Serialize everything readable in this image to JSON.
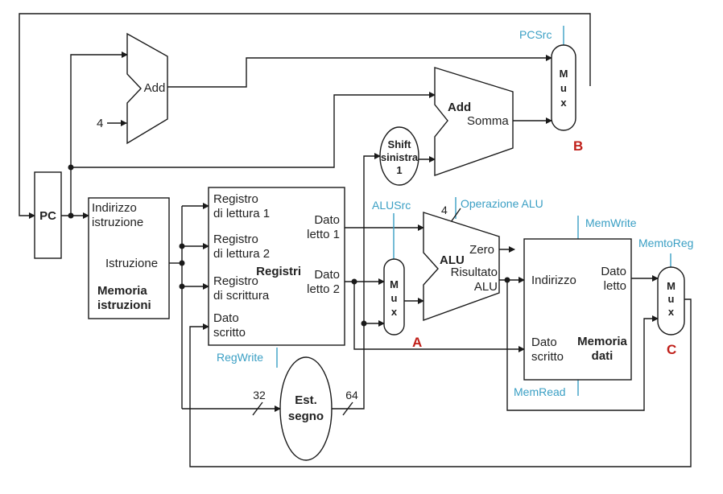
{
  "units": {
    "pc": "PC",
    "add_top": "Add",
    "const_four": "4",
    "add_branch_title": "Add",
    "add_branch_out": "Somma",
    "shift_line1": "Shift",
    "shift_line2": "sinistra",
    "shift_line3": "1",
    "mux_letters": [
      "M",
      "u",
      "x"
    ],
    "alu": "ALU",
    "alu_zero": "Zero",
    "alu_result_1": "Risultato",
    "alu_result_2": "ALU",
    "sign_ext_1": "Est.",
    "sign_ext_2": "segno",
    "width_in": "32",
    "width_out": "64",
    "alu_op_width": "4"
  },
  "instruction_memory": {
    "addr_1": "Indirizzo",
    "addr_2": "istruzione",
    "instr": "Istruzione",
    "title_1": "Memoria",
    "title_2": "istruzioni"
  },
  "registers": {
    "read1_1": "Registro",
    "read1_2": "di lettura 1",
    "read2_1": "Registro",
    "read2_2": "di lettura 2",
    "write_1": "Registro",
    "write_2": "di scrittura",
    "wdata_1": "Dato",
    "wdata_2": "scritto",
    "out1_1": "Dato",
    "out1_2": "letto 1",
    "out2_1": "Dato",
    "out2_2": "letto 2",
    "title": "Registri"
  },
  "data_memory": {
    "addr": "Indirizzo",
    "rdata_1": "Dato",
    "rdata_2": "letto",
    "wdata_1": "Dato",
    "wdata_2": "scritto",
    "title_1": "Memoria",
    "title_2": "dati"
  },
  "control_signals": {
    "pcsrc": "PCSrc",
    "alusrc": "ALUSrc",
    "alu_op": "Operazione ALU",
    "memwrite": "MemWrite",
    "memtoreg": "MemtoReg",
    "regwrite": "RegWrite",
    "memread": "MemRead"
  },
  "markers": {
    "a": "A",
    "b": "B",
    "c": "C"
  },
  "colors": {
    "wire": "#1a1a1a",
    "control": "#3a9fc4",
    "marker": "#c0201a"
  }
}
